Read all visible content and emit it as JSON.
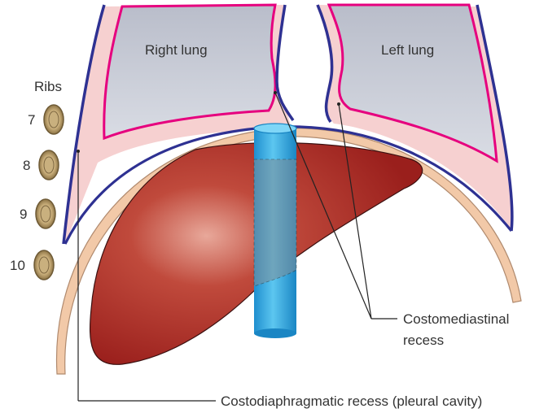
{
  "labels": {
    "right_lung": "Right lung",
    "left_lung": "Left lung",
    "ribs": "Ribs",
    "rib_7": "7",
    "rib_8": "8",
    "rib_9": "9",
    "rib_10": "10",
    "costomediastinal_line1": "Costomediastinal",
    "costomediastinal_line2": "recess",
    "costodiaphragmatic": "Costodiaphragmatic recess (pleural cavity)"
  },
  "colors": {
    "pleura_fill": "#f6d0d0",
    "pleura_outline": "#2e3192",
    "lung_fill": "#c9cdd8",
    "lung_outline": "#e6007e",
    "diaphragm": "#f2c9a8",
    "liver": "#a32a24",
    "ivc": "#2aa9e0",
    "rib_bone": "#d9c39a"
  }
}
